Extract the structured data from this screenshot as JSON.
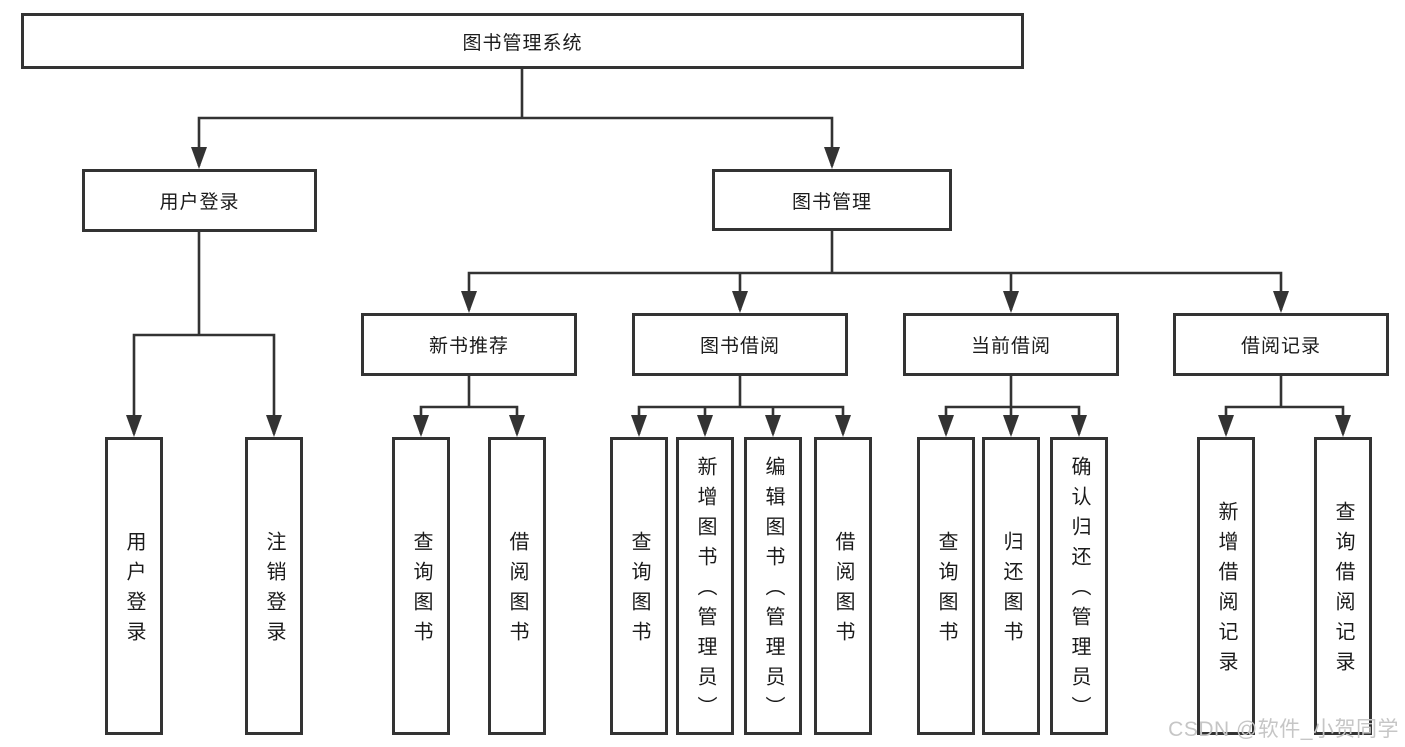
{
  "diagram_title": "图书管理系统",
  "tree": {
    "label": "图书管理系统",
    "children": [
      {
        "label": "用户登录",
        "children": [
          {
            "label": "用户登录"
          },
          {
            "label": "注销登录"
          }
        ]
      },
      {
        "label": "图书管理",
        "children": [
          {
            "label": "新书推荐",
            "children": [
              {
                "label": "查询图书"
              },
              {
                "label": "借阅图书"
              }
            ]
          },
          {
            "label": "图书借阅",
            "children": [
              {
                "label": "查询图书"
              },
              {
                "label": "新增图书（管理员）"
              },
              {
                "label": "编辑图书（管理员）"
              },
              {
                "label": "借阅图书"
              }
            ]
          },
          {
            "label": "当前借阅",
            "children": [
              {
                "label": "查询图书"
              },
              {
                "label": "归还图书"
              },
              {
                "label": "确认归还（管理员）"
              }
            ]
          },
          {
            "label": "借阅记录",
            "children": [
              {
                "label": "新增借阅记录"
              },
              {
                "label": "查询借阅记录"
              }
            ]
          }
        ]
      }
    ]
  },
  "watermark": {
    "text": "CSDN @软件_小贺同学"
  },
  "colors": {
    "line": "#333333",
    "box_border": "#333333",
    "text": "#1b1b1b",
    "watermark": "#c6c6c6",
    "background": "#ffffff"
  }
}
